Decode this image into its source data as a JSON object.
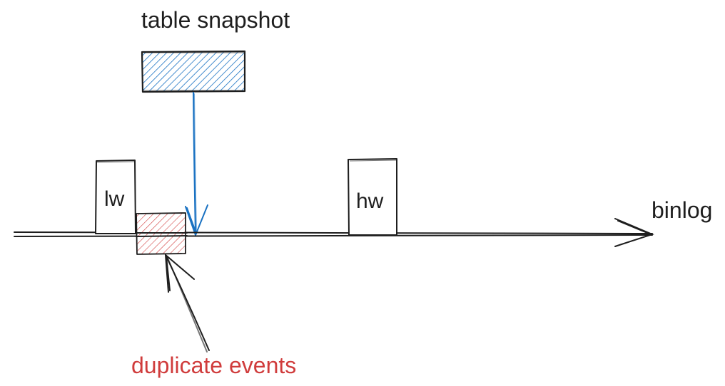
{
  "labels": {
    "snapshot": "table snapshot",
    "low_watermark": "lw",
    "high_watermark": "hw",
    "timeline": "binlog",
    "duplicates": "duplicate events"
  },
  "colors": {
    "ink": "#1e1e1e",
    "snapshot": "#1971c2",
    "duplicates": "#d03c3c",
    "background": "#ffffff"
  }
}
